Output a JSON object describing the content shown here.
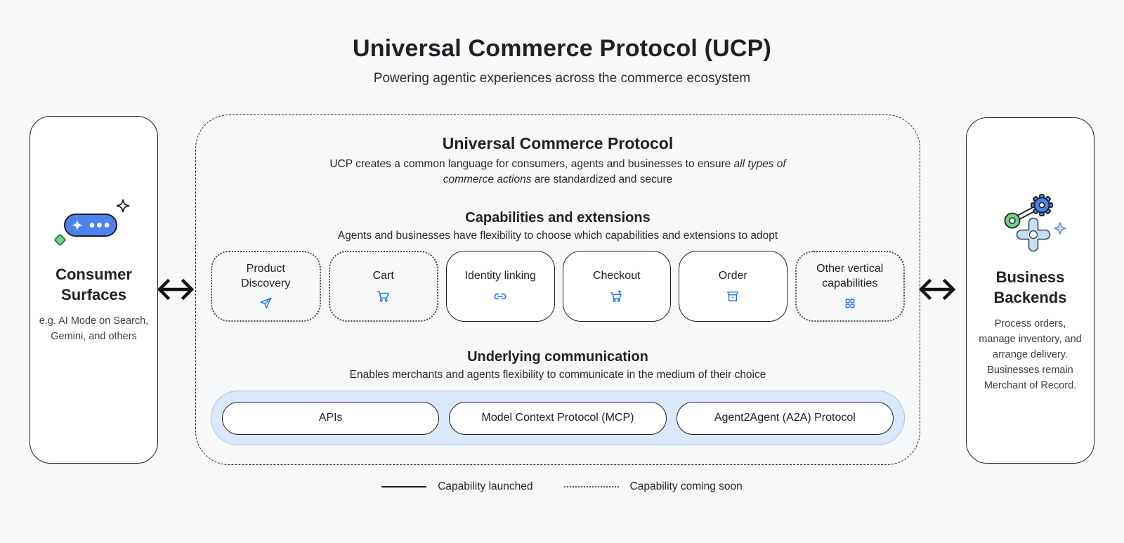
{
  "header": {
    "title": "Universal Commerce Protocol (UCP)",
    "subtitle": "Powering agentic experiences across the commerce ecosystem"
  },
  "left_panel": {
    "title": "Consumer Surfaces",
    "description": "e.g. AI Mode on Search, Gemini, and others",
    "icon": "chat-sparkle-icon"
  },
  "right_panel": {
    "title": "Business Backends",
    "description": "Process orders, manage inventory, and arrange delivery. Businesses remain Merchant of Record.",
    "icon": "gear-machinery-icon"
  },
  "ucp": {
    "title": "Universal Commerce Protocol",
    "desc_pre": "UCP creates a common language for consumers, agents and businesses to ensure ",
    "desc_italic": "all types of commerce actions",
    "desc_post": " are standardized and secure",
    "capabilities": {
      "title": "Capabilities and extensions",
      "subtitle": "Agents and businesses have flexibility to choose which capabilities and extensions to adopt",
      "items": [
        {
          "label": "Product Discovery",
          "icon": "send-icon",
          "status": "coming-soon"
        },
        {
          "label": "Cart",
          "icon": "shopping-cart-icon",
          "status": "coming-soon"
        },
        {
          "label": "Identity linking",
          "icon": "link-icon",
          "status": "launched"
        },
        {
          "label": "Checkout",
          "icon": "add-cart-icon",
          "status": "launched"
        },
        {
          "label": "Order",
          "icon": "package-icon",
          "status": "launched"
        },
        {
          "label": "Other vertical capabilities",
          "icon": "grid-icon",
          "status": "coming-soon"
        }
      ]
    },
    "communication": {
      "title": "Underlying communication",
      "subtitle": "Enables merchants and agents flexibility to communicate in the medium of their choice",
      "channels": [
        "APIs",
        "Model Context Protocol (MCP)",
        "Agent2Agent (A2A) Protocol"
      ]
    }
  },
  "legend": {
    "launched": "Capability launched",
    "coming_soon": "Capability coming soon"
  },
  "colors": {
    "accent_blue": "#1a73e8",
    "pill_blue": "#4d82ee",
    "band_blue": "#dbe8fb",
    "light_blue": "#c9ddf8",
    "green": "#6fd58b",
    "ink": "#1f1f1f",
    "background": "#f7f8f9"
  }
}
